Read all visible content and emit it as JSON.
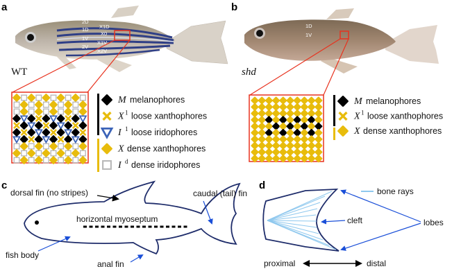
{
  "panels": {
    "a": "a",
    "b": "b",
    "c": "c",
    "d": "d"
  },
  "panel_a": {
    "genotype": "WT",
    "stripe_labels": [
      "2D",
      "1D",
      "X1D",
      "X0",
      "1V",
      "X1V",
      "2V",
      "X2V"
    ],
    "legend": [
      {
        "symbol": "M",
        "sup": "",
        "text": "melanophores",
        "icon": "black-diamond"
      },
      {
        "symbol": "X",
        "sup": "1",
        "text": "loose xanthophores",
        "icon": "yellow-cross"
      },
      {
        "symbol": "I",
        "sup": "1",
        "text": "loose iridophores",
        "icon": "blue-triangle"
      },
      {
        "symbol": "X",
        "sup": "",
        "text": "dense xanthophores",
        "icon": "yellow-diamond"
      },
      {
        "symbol": "I",
        "sup": "d",
        "text": "dense iridophores",
        "icon": "grey-square"
      }
    ]
  },
  "panel_b": {
    "genotype": "shd",
    "stripe_labels": [
      "1D",
      "1V"
    ],
    "legend": [
      {
        "symbol": "M",
        "sup": "",
        "text": "melanophores",
        "icon": "black-diamond"
      },
      {
        "symbol": "X",
        "sup": "1",
        "text": "loose xanthophores",
        "icon": "yellow-cross"
      },
      {
        "symbol": "X",
        "sup": "",
        "text": "dense xanthophores",
        "icon": "yellow-diamond"
      }
    ]
  },
  "panel_c": {
    "labels": {
      "dorsal_fin": "dorsal fin (no stripes)",
      "caudal_fin": "caudal (tail) fin",
      "myoseptum": "horizontal myoseptum",
      "fish_body": "fish body",
      "anal_fin": "anal fin"
    }
  },
  "panel_d": {
    "labels": {
      "bone_rays": "bone rays",
      "cleft": "cleft",
      "lobes": "lobes",
      "proximal": "proximal",
      "distal": "distal"
    }
  },
  "colors": {
    "outline": "#1f2d6b",
    "arrow": "#1a4fd8",
    "zoom_box": "#e8321e",
    "yellow": "#e8bc0c",
    "black": "#000000",
    "iridophore_blue": "#3b63b8",
    "ray_blue": "#8fc8ee"
  }
}
